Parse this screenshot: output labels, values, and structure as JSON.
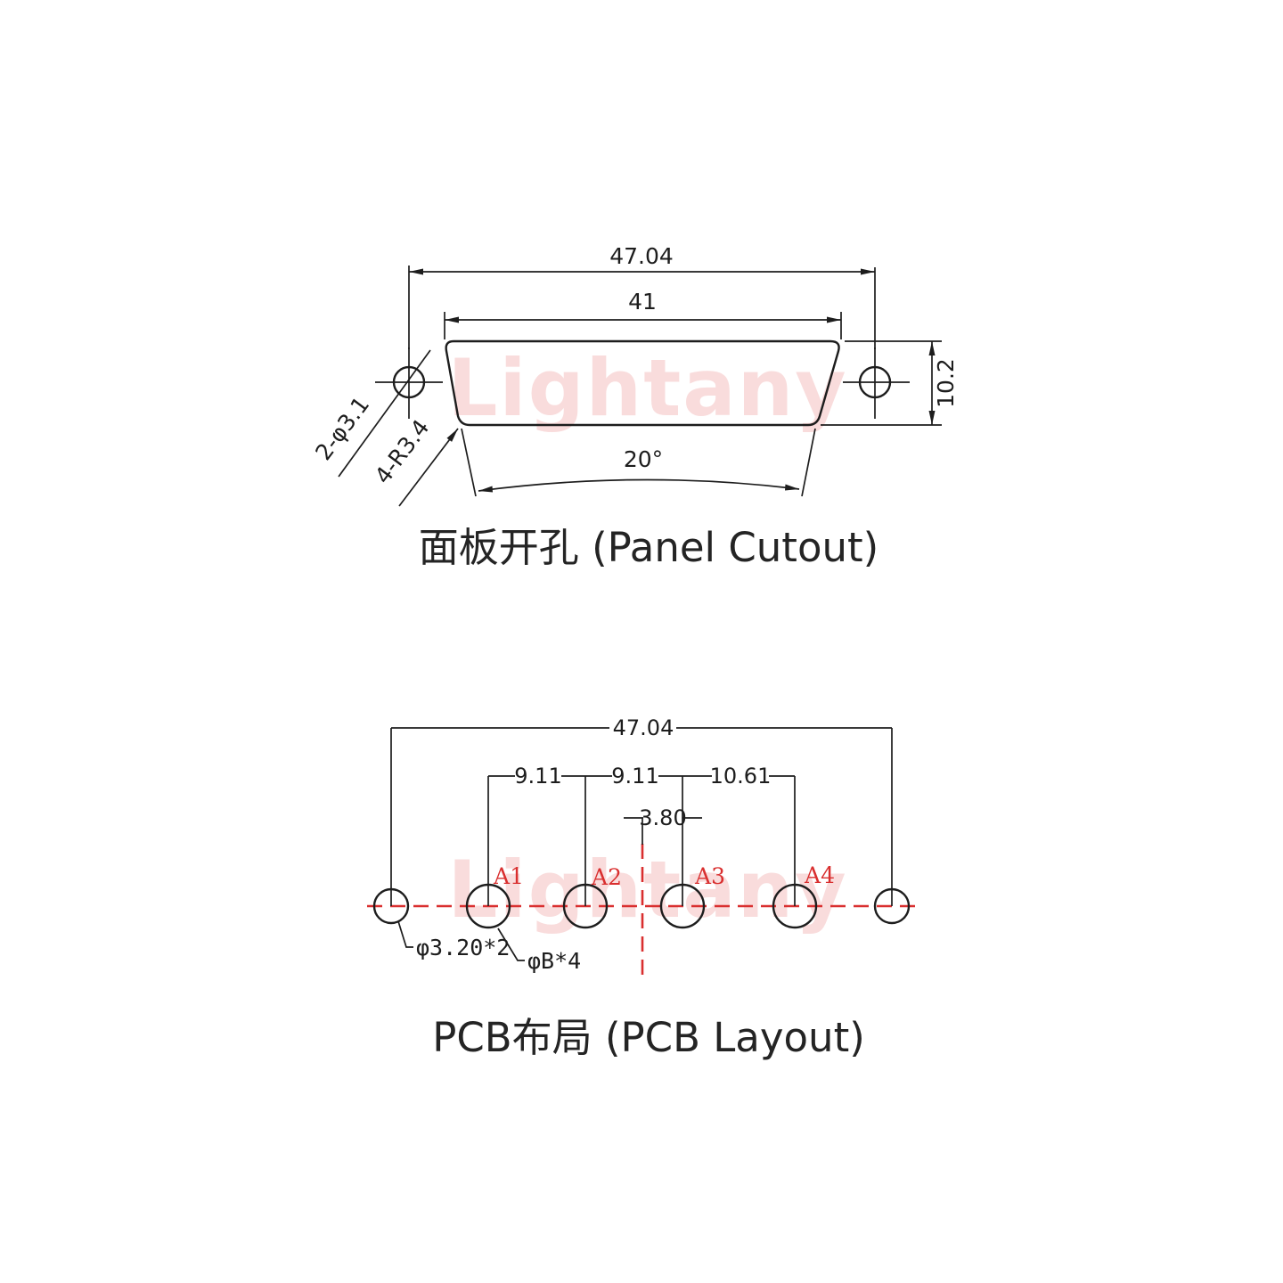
{
  "watermark": {
    "text": "Lightany",
    "color": "#f9dcdc"
  },
  "colors": {
    "line": "#1d1d1d",
    "accent_red": "#d92f2f"
  },
  "panel_cutout": {
    "title": "面板开孔 (Panel Cutout)",
    "dim_outer_width": "47.04",
    "dim_cutout_width": "41",
    "dim_cutout_height": "10.2",
    "dim_side_angle": "20°",
    "label_mount_holes": "2-φ3.1",
    "label_corner_radius": "4-R3.4"
  },
  "pcb_layout": {
    "title": "PCB布局 (PCB Layout)",
    "dim_outer_width": "47.04",
    "dim_pitch_a1_a2": "9.11",
    "dim_pitch_a2_a3": "9.11",
    "dim_pitch_a3_a4": "10.61",
    "dim_center_offset": "3.80",
    "pin_labels": [
      "A1",
      "A2",
      "A3",
      "A4"
    ],
    "label_mount_hole": "φ3.20*2",
    "label_signal_hole": "φB*4"
  }
}
